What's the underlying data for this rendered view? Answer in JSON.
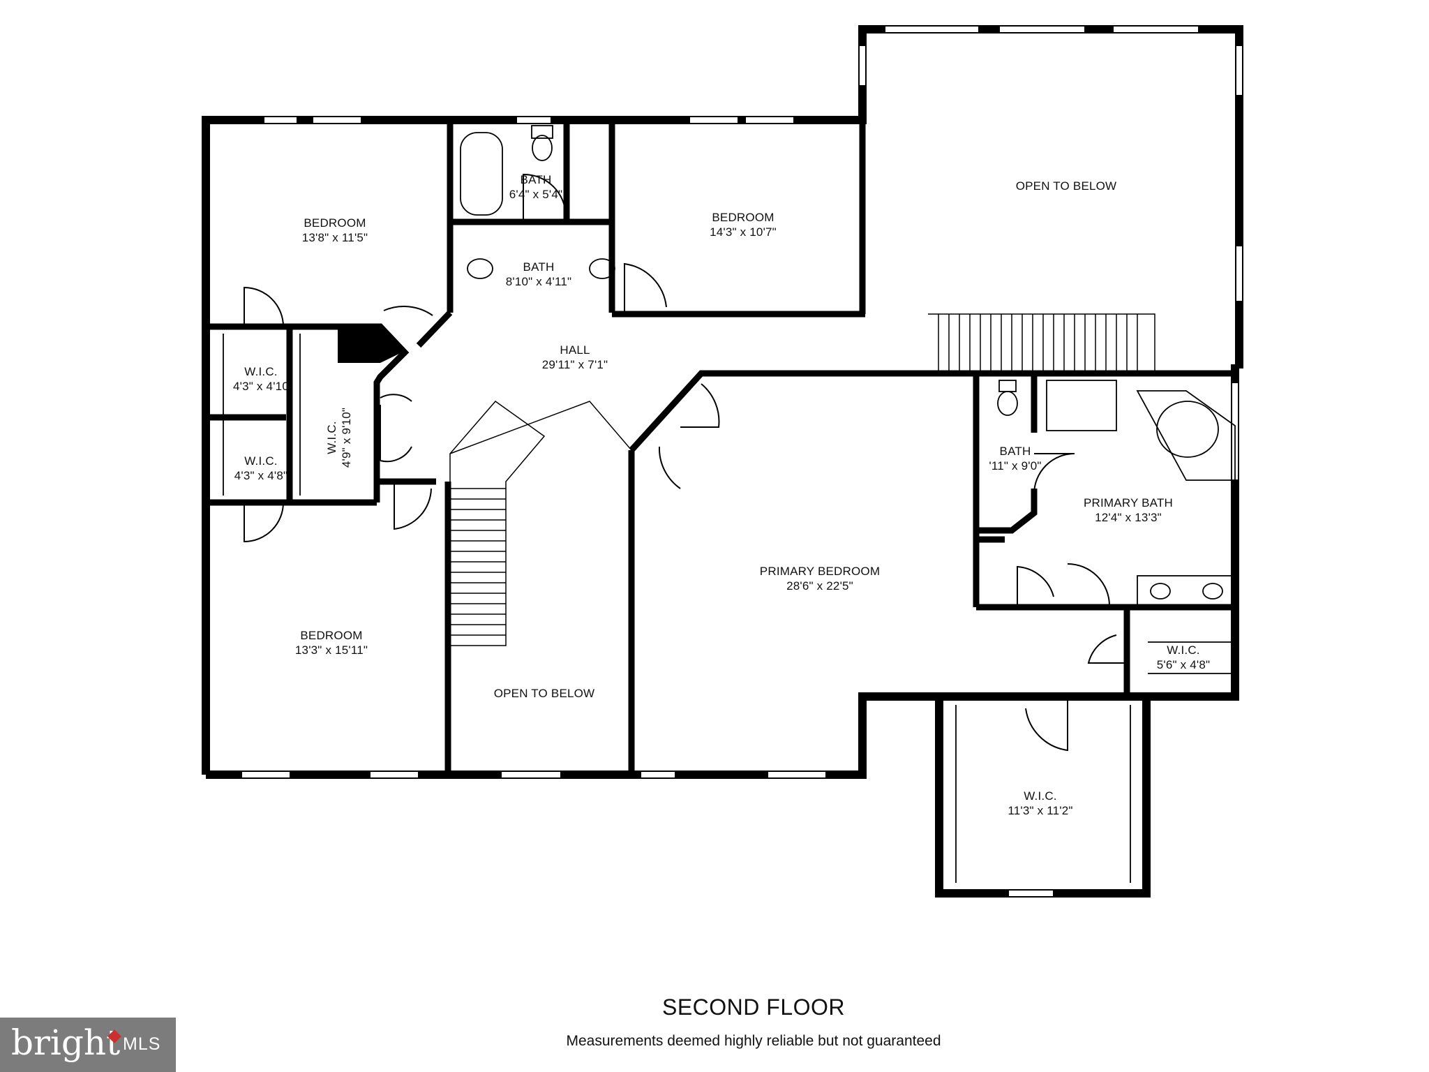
{
  "floor_title": "SECOND FLOOR",
  "disclaimer": "Measurements deemed highly reliable but not guaranteed",
  "logo": {
    "text": "bright",
    "mls": "MLS",
    "accent_color": "#c8312f"
  },
  "rooms": {
    "bedroom_nw": {
      "name": "BEDROOM",
      "dims": "13'8\" x 11'5\""
    },
    "bath_tub": {
      "name": "BATH",
      "dims": "6'4\" x 5'4\""
    },
    "bath_sinks": {
      "name": "BATH",
      "dims": "8'10\" x 4'11\""
    },
    "bedroom_n": {
      "name": "BEDROOM",
      "dims": "14'3\" x 10'7\""
    },
    "open_to_below_ne": {
      "name": "OPEN TO BELOW"
    },
    "hall": {
      "name": "HALL",
      "dims": "29'11\" x 7'1\""
    },
    "wic_1": {
      "name": "W.I.C.",
      "dims": "4'3\" x 4'10"
    },
    "wic_2": {
      "name": "W.I.C.",
      "dims": "4'3\" x 4'8\""
    },
    "wic_3": {
      "name": "W.I.C.",
      "dims": "4'9\" x 9'10\""
    },
    "bedroom_sw": {
      "name": "BEDROOM",
      "dims": "13'3\" x 15'11\""
    },
    "open_to_below_s": {
      "name": "OPEN TO BELOW"
    },
    "primary_bedroom": {
      "name": "PRIMARY BEDROOM",
      "dims": "28'6\" x 22'5\""
    },
    "bath_primary_wc": {
      "name": "BATH",
      "dims": "'11\" x 9'0\""
    },
    "primary_bath": {
      "name": "PRIMARY BATH",
      "dims": "12'4\" x 13'3\""
    },
    "wic_primary": {
      "name": "W.I.C.",
      "dims": "5'6\" x 4'8\""
    },
    "wic_large": {
      "name": "W.I.C.",
      "dims": "11'3\" x 11'2\""
    }
  }
}
